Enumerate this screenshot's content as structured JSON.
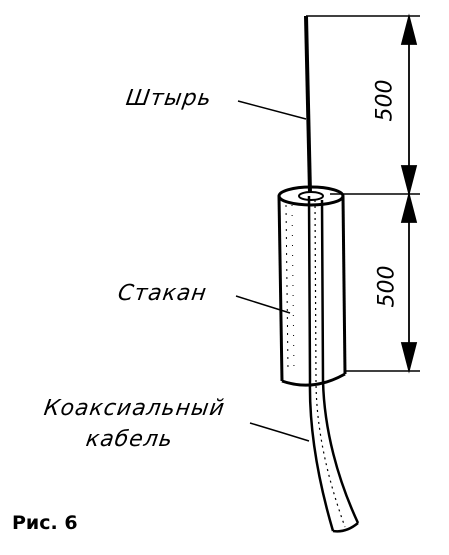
{
  "labels": {
    "pin": "Штырь",
    "cup": "Стакан",
    "coax_line1": "Коаксиальный",
    "coax_line2": "кабель"
  },
  "dimensions": {
    "upper": "500",
    "lower": "500"
  },
  "caption": "Рис. 6",
  "colors": {
    "ink": "#000000",
    "paper": "#ffffff"
  }
}
